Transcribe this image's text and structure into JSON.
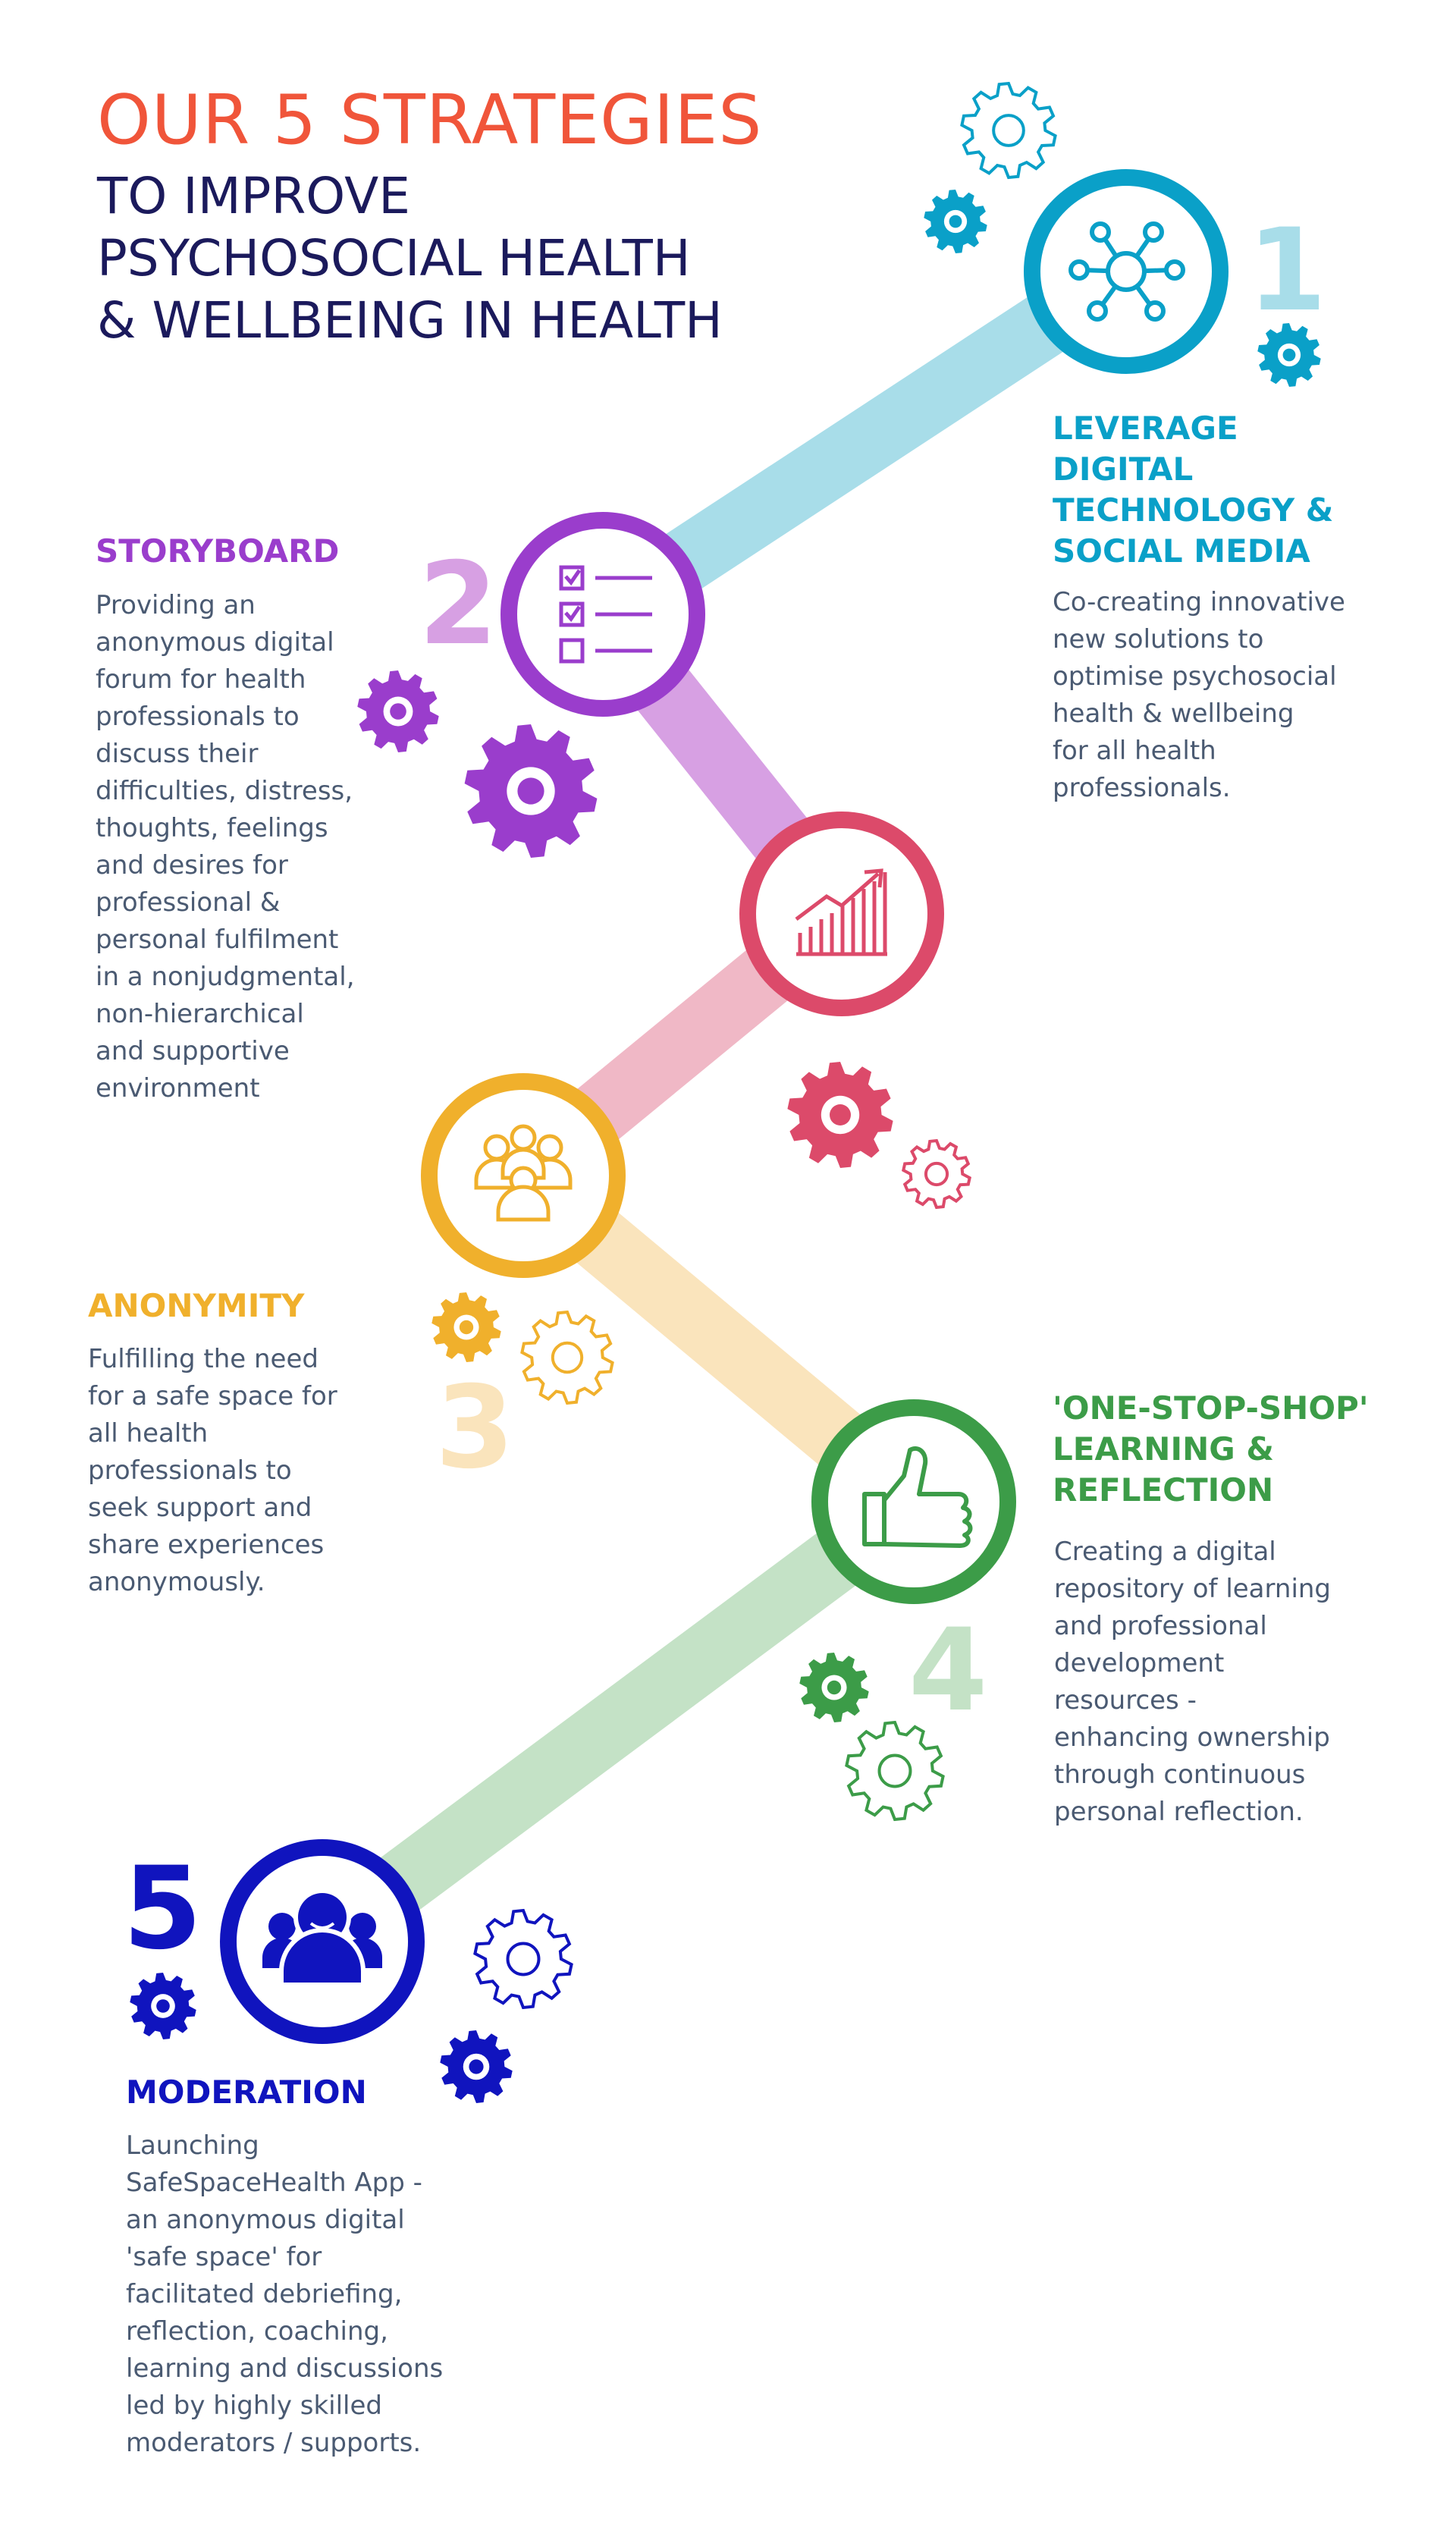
{
  "title": {
    "main": "OUR 5 STRATEGIES",
    "sub": [
      "TO IMPROVE",
      "PSYCHOSOCIAL HEALTH",
      "& WELLBEING IN HEALTH"
    ]
  },
  "colors": {
    "title": "#f0553a",
    "subtitle": "#1b1a5c",
    "body_text": "#4a5a72",
    "s1": "#0aa0c8",
    "s1_light": "#a8dde9",
    "s2": "#9a3dcc",
    "s2_light": "#d7a0e3",
    "s3_circle": "#dc4a6a",
    "s3_light": "#f0b8c6",
    "s4": "#f0b02c",
    "s4_light": "#fae4bc",
    "s5": "#3c9c48",
    "s5_light": "#c4e2c6",
    "s6": "#1014be"
  },
  "strategies": [
    {
      "id": "1",
      "number": "1",
      "icon": "network-icon",
      "heading": [
        "LEVERAGE",
        "DIGITAL",
        "TECHNOLOGY &",
        "SOCIAL MEDIA"
      ],
      "body": [
        "Co-creating innovative",
        "new solutions to",
        "optimise psychosocial",
        "health & wellbeing",
        "for all health",
        "professionals."
      ]
    },
    {
      "id": "2",
      "number": "2",
      "icon": "checklist-icon",
      "heading": [
        "STORYBOARD"
      ],
      "body": [
        "Providing an",
        "anonymous digital",
        "forum for health",
        "professionals to",
        "discuss their",
        "difficulties, distress,",
        "thoughts, feelings",
        "and desires for",
        "professional &",
        "personal fulfilment",
        "in a nonjudgmental,",
        "non-hierarchical",
        "and supportive",
        "environment"
      ]
    },
    {
      "id": "growth",
      "icon": "growth-chart-icon"
    },
    {
      "id": "3",
      "number": "3",
      "icon": "group-icon",
      "heading": [
        "ANONYMITY"
      ],
      "body": [
        "Fulfilling the need",
        "for a safe space for",
        "all health",
        "professionals  to",
        "seek support and",
        "share experiences",
        "anonymously."
      ]
    },
    {
      "id": "4",
      "number": "4",
      "icon": "thumbs-up-icon",
      "heading": [
        "'ONE-STOP-SHOP'",
        "LEARNING &",
        "REFLECTION"
      ],
      "body": [
        "Creating a digital",
        "repository of learning",
        "and professional",
        "development",
        "resources -",
        "enhancing ownership",
        "through continuous",
        "personal reflection."
      ]
    },
    {
      "id": "5",
      "number": "5",
      "icon": "team-icon",
      "heading": [
        "MODERATION"
      ],
      "body": [
        "Launching",
        "SafeSpaceHealth App -",
        "an anonymous digital",
        "'safe space' for",
        "facilitated debriefing,",
        "reflection, coaching,",
        "learning and discussions",
        "led by highly skilled",
        "moderators / supports."
      ]
    }
  ]
}
